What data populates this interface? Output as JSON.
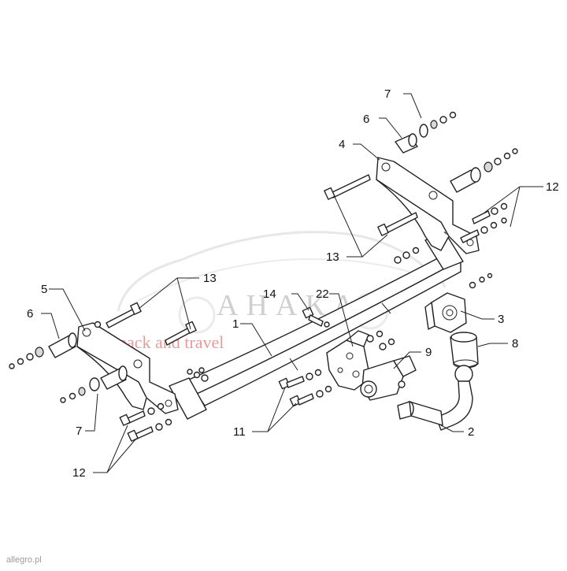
{
  "watermark": {
    "brand": "АНАКА",
    "tagline": "pack and travel"
  },
  "source_mark": "allegro.pl",
  "callouts": [
    {
      "id": "c1",
      "label": "1"
    },
    {
      "id": "c2",
      "label": "2"
    },
    {
      "id": "c3",
      "label": "3"
    },
    {
      "id": "c4",
      "label": "4"
    },
    {
      "id": "c5",
      "label": "5"
    },
    {
      "id": "c6a",
      "label": "6"
    },
    {
      "id": "c6b",
      "label": "6"
    },
    {
      "id": "c7a",
      "label": "7"
    },
    {
      "id": "c7b",
      "label": "7"
    },
    {
      "id": "c8",
      "label": "8"
    },
    {
      "id": "c9",
      "label": "9"
    },
    {
      "id": "c11",
      "label": "11"
    },
    {
      "id": "c12a",
      "label": "12"
    },
    {
      "id": "c12b",
      "label": "12"
    },
    {
      "id": "c13a",
      "label": "13"
    },
    {
      "id": "c13b",
      "label": "13"
    },
    {
      "id": "c14",
      "label": "14"
    },
    {
      "id": "c22",
      "label": "22"
    }
  ]
}
